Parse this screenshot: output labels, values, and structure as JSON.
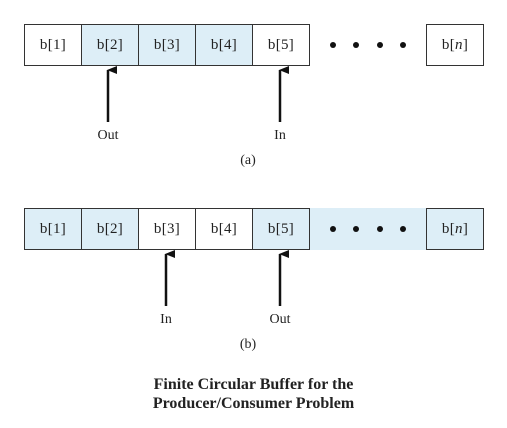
{
  "diagram_a": {
    "cells": [
      "b[1]",
      "b[2]",
      "b[3]",
      "b[4]",
      "b[5]"
    ],
    "highlighted": [
      false,
      true,
      true,
      true,
      false
    ],
    "last_cell": "b[n]",
    "pointer_left": "Out",
    "pointer_right": "In",
    "caption": "(a)"
  },
  "diagram_b": {
    "cells": [
      "b[1]",
      "b[2]",
      "b[3]",
      "b[4]",
      "b[5]"
    ],
    "highlighted": [
      true,
      true,
      false,
      false,
      true
    ],
    "last_cell": "b[n]",
    "pointer_left": "In",
    "pointer_right": "Out",
    "caption": "(b)"
  },
  "title": {
    "line1": "Finite Circular Buffer for the",
    "line2": "Producer/Consumer Problem"
  },
  "colors": {
    "highlight": "#ddeef7",
    "border": "#333333"
  }
}
